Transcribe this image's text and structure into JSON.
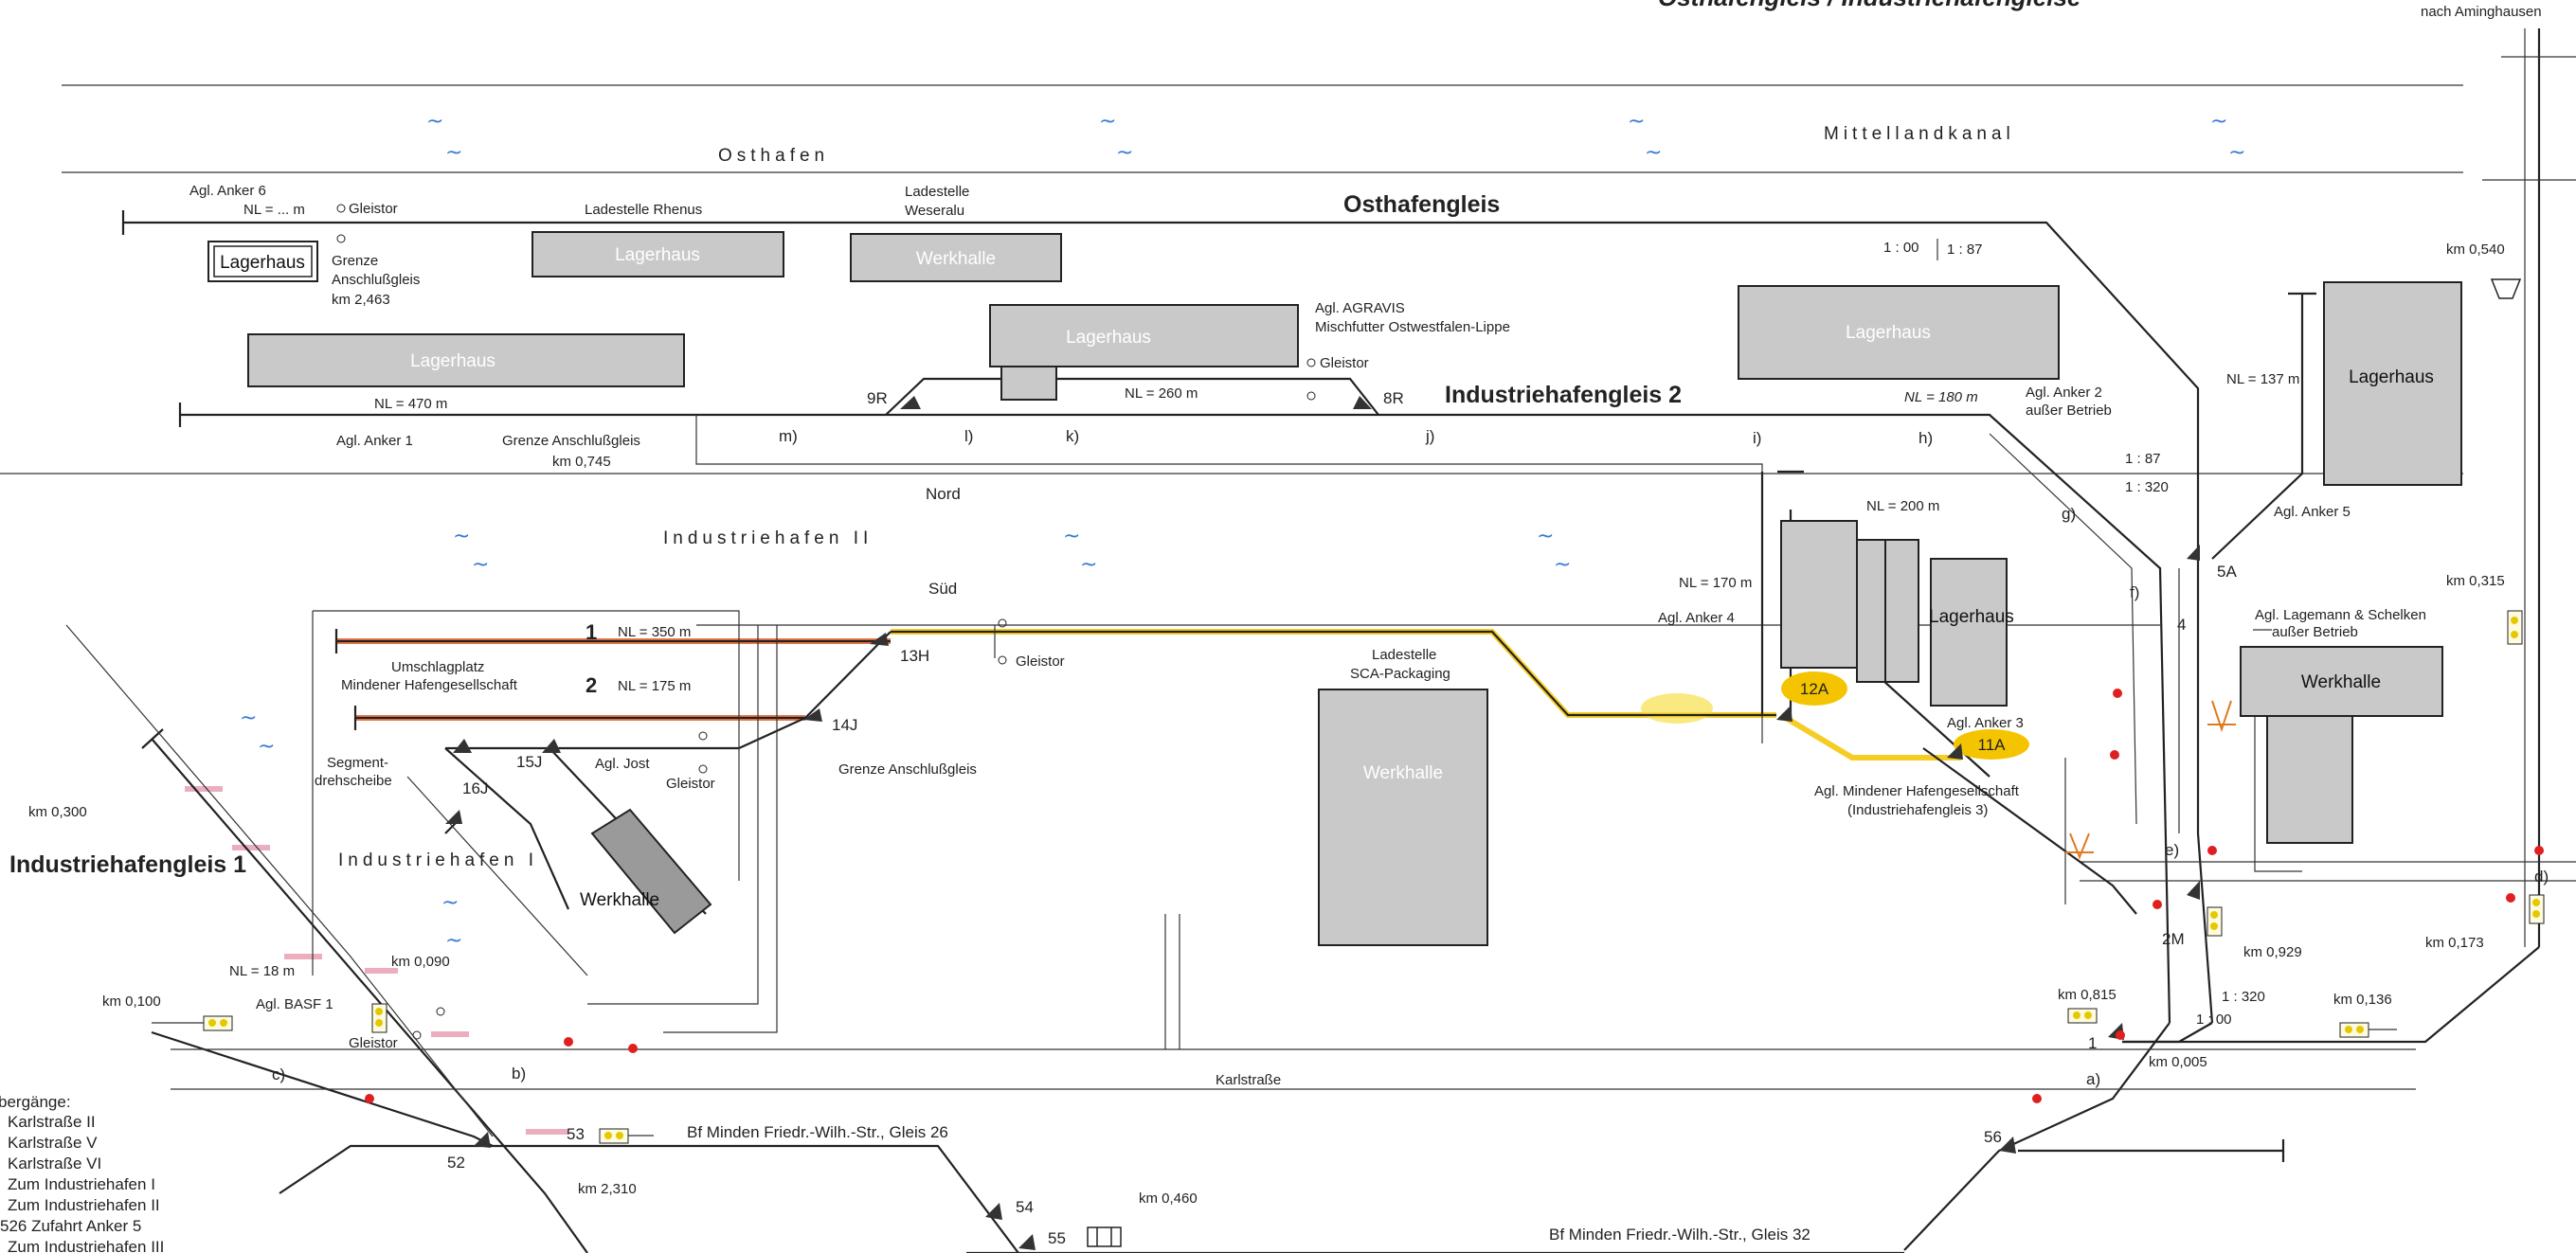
{
  "header": {
    "title": "Osthafengleis / Industriehafengleise",
    "direction_top_right": "nach Aminghausen"
  },
  "waters": {
    "mittellandkanal": "Mittellandkanal",
    "osthafen": "Osthafen",
    "industriehafen_2": "Industriehafen II",
    "industriehafen_1": "Industriehafen I",
    "nord": "Nord",
    "sued": "Süd"
  },
  "tracks": {
    "osthafengleis": "Osthafengleis",
    "industriehafengleis_2": "Industriehafengleis 2",
    "industriehafengleis_1": "Industriehafengleis 1",
    "gleis_26": "Bf Minden Friedr.-Wilh.-Str., Gleis 26",
    "gleis_32": "Bf Minden Friedr.-Wilh.-Str., Gleis 32",
    "karlstrasse": "Karlstraße"
  },
  "buildings": {
    "lagerhaus": "Lagerhaus",
    "werkhalle": "Werkhalle"
  },
  "labels": {
    "agl_anker_6": "Agl. Anker 6",
    "nl_dots": "NL = ... m",
    "gleistor": "Gleistor",
    "grenze_anschluss_1": "Grenze",
    "grenze_anschluss_2": "Anschlußgleis",
    "km_2463": "km 2,463",
    "ladestelle_rhenus": "Ladestelle Rhenus",
    "ladestelle_weseralu_1": "Ladestelle",
    "ladestelle_weseralu_2": "Weseralu",
    "agl_agravis_1": "Agl. AGRAVIS",
    "agl_agravis_2": "Mischfutter Ostwestfalen-Lippe",
    "nl_470": "NL = 470 m",
    "agl_anker_1": "Agl. Anker 1",
    "grenze_anschlussgleis": "Grenze Anschlußgleis",
    "km_0745": "km 0,745",
    "nl_260": "NL = 260 m",
    "nl_180": "NL = 180 m",
    "agl_anker_2_1": "Agl. Anker 2",
    "agl_anker_2_2": "außer Betrieb",
    "grad_100": "1 : 00",
    "grad_187": "1 : 87",
    "grad_187b": "1 : 87",
    "grad_1320": "1 : 320",
    "nl_137": "NL = 137 m",
    "km_0540": "km 0,540",
    "agl_anker_5": "Agl. Anker 5",
    "km_0315": "km 0,315",
    "agl_lagemann_1": "Agl. Lagemann & Schelken",
    "agl_lagemann_2": "außer Betrieb",
    "nl_200": "NL = 200 m",
    "nl_170": "NL = 170 m",
    "agl_anker_4": "Agl. Anker 4",
    "agl_anker_3": "Agl. Anker 3",
    "agl_mindener_1": "Agl. Mindener Hafengesellschaft",
    "agl_mindener_2": "(Industriehafengleis 3)",
    "ladestelle_sca_1": "Ladestelle",
    "ladestelle_sca_2": "SCA-Packaging",
    "gleis1_num": "1",
    "gleis1_nl": "NL = 350 m",
    "gleis2_num": "2",
    "gleis2_nl": "NL = 175 m",
    "umschlag_1": "Umschlagplatz",
    "umschlag_2": "Mindener Hafengesellschaft",
    "gleistor_sued": "Gleistor",
    "grenze_anschlussgleis_2": "Grenze Anschlußgleis",
    "segment_1": "Segment-",
    "segment_2": "drehscheibe",
    "agl_jost": "Agl. Jost",
    "gleistor_jost": "Gleistor",
    "km_0300": "km 0,300",
    "nl_18": "NL = 18 m",
    "km_0090": "km 0,090",
    "km_0100": "km 0,100",
    "agl_basf": "Agl. BASF 1",
    "gleistor_basf": "Gleistor",
    "km_2310": "km 2,310",
    "km_0460": "km 0,460",
    "km_0815": "km 0,815",
    "km_0929": "km 0,929",
    "grad_1320_b": "1 : 320",
    "grad_100_b": "1 : 00",
    "km_0005": "km 0,005",
    "km_0136": "km 0,136",
    "km_0173": "km 0,173"
  },
  "switches": [
    "9R",
    "8R",
    "13H",
    "14J",
    "16J",
    "15J",
    "5A",
    "4",
    "12A",
    "11A",
    "2M",
    "1",
    "52",
    "53",
    "54",
    "55",
    "56"
  ],
  "section_letters": [
    "m)",
    "l)",
    "k)",
    "j)",
    "i)",
    "h)",
    "g)",
    "f)",
    "e)",
    "d)",
    "c)",
    "b)",
    "a)"
  ],
  "legend": {
    "title": "bergänge:",
    "items": [
      "Karlstraße II",
      "Karlstraße V",
      "Karlstraße VI",
      "Zum Industriehafen I",
      "Zum Industriehafen II",
      "526 Zufahrt Anker 5",
      "Zum Industriehafen III"
    ]
  },
  "colors": {
    "building": "#c9c9c9",
    "highlight_yellow": "#f5c400",
    "highlight_orange": "#e8794a",
    "water": "#3a7bd5",
    "signal_red": "#e02020"
  }
}
